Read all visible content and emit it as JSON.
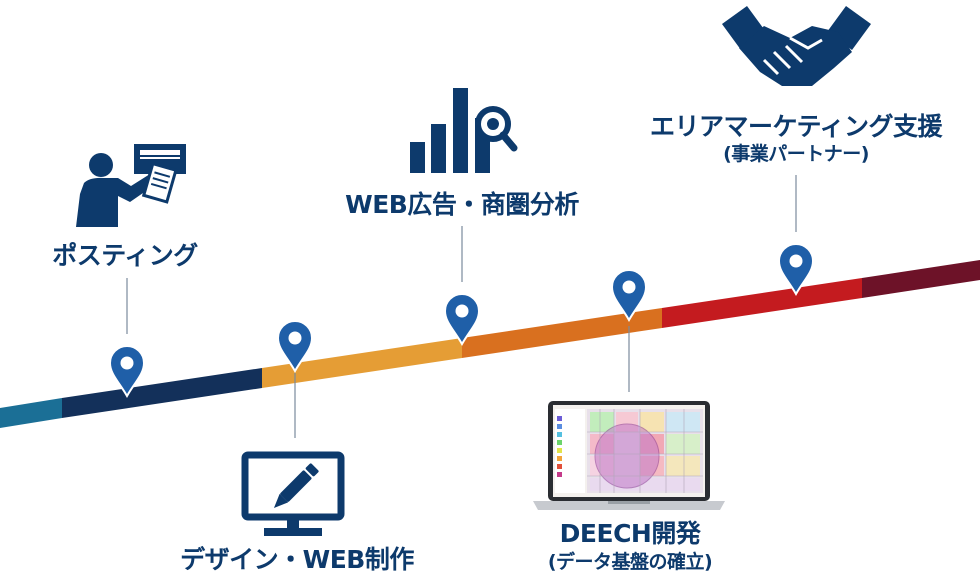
{
  "milestones": [
    {
      "label": "ポスティング",
      "icon": "person-posting-flyer-icon"
    },
    {
      "label": "デザイン・WEB制作",
      "icon": "monitor-pen-icon"
    },
    {
      "label": "WEB広告・商圏分析",
      "icon": "bar-chart-magnifier-icon"
    },
    {
      "label": "DEECH開発",
      "sublabel": "(データ基盤の確立)",
      "icon": "laptop-map-icon"
    },
    {
      "label": "エリアマーケティング支援",
      "sublabel": "(事業パートナー)",
      "icon": "handshake-icon"
    }
  ],
  "colors": {
    "navy": "#0d3a6c",
    "pin": "#1f5fa8",
    "segments": [
      "#1b6f96",
      "#13305a",
      "#e59d35",
      "#d9701f",
      "#c41b1f",
      "#6d1228"
    ]
  }
}
